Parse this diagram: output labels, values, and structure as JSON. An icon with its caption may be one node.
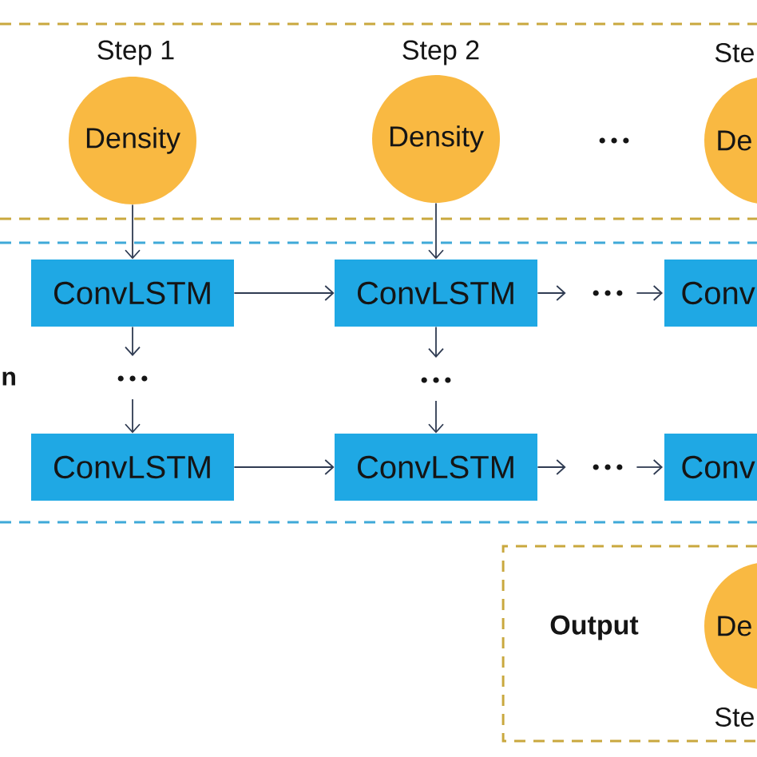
{
  "diagram": {
    "nodes": [
      {
        "text": [],
        "shape": "box"
      },
      {
        "text": [
          "Density"
        ],
        "in": 0,
        "beside": [
          "Step 1"
        ]
      },
      {
        "text": [
          "Density"
        ],
        "in": 0,
        "beside": [
          "Step 2"
        ]
      },
      {
        "text": [
          "De"
        ],
        "in": 0,
        "beside": [
          "Ste"
        ]
      },
      {
        "text": [
          "n"
        ]
      },
      {
        "text": [
          "ConvLSTM"
        ],
        "in": 4
      },
      {
        "text": [
          "ConvLSTM"
        ],
        "in": 4
      },
      {
        "text": [
          "…"
        ],
        "in": 4
      },
      {
        "text": [
          "Conv"
        ],
        "in": 4
      },
      {
        "text": [
          "…"
        ],
        "in": 4
      },
      {
        "text": [
          "…"
        ],
        "in": 4
      },
      {
        "text": [
          "ConvLSTM"
        ],
        "in": 4
      },
      {
        "text": [
          "ConvLSTM"
        ],
        "in": 4
      },
      {
        "text": [
          "…"
        ],
        "in": 4
      },
      {
        "text": [
          "Conv"
        ],
        "in": 4
      },
      {
        "text": [
          "Output"
        ]
      },
      {
        "text": [
          "De"
        ],
        "in": 15,
        "beside": [
          "Ste"
        ]
      }
    ],
    "edges": [
      {
        "from": 1,
        "to": 5,
        "arrow": "to"
      },
      {
        "from": 2,
        "to": 6,
        "arrow": "to"
      },
      {
        "from": 5,
        "to": 6,
        "arrow": "to"
      },
      {
        "from": 6,
        "to": 7,
        "arrow": "to"
      },
      {
        "from": 7,
        "to": 8,
        "arrow": "to"
      },
      {
        "from": 5,
        "to": 9,
        "arrow": "to"
      },
      {
        "from": 9,
        "to": 11,
        "arrow": "to"
      },
      {
        "from": 6,
        "to": 10,
        "arrow": "to"
      },
      {
        "from": 10,
        "to": 12,
        "arrow": "to"
      },
      {
        "from": 11,
        "to": 12,
        "arrow": "to"
      },
      {
        "from": 12,
        "to": 13,
        "arrow": "to"
      },
      {
        "from": 13,
        "to": 14,
        "arrow": "to"
      }
    ],
    "labels": [
      "…"
    ]
  }
}
